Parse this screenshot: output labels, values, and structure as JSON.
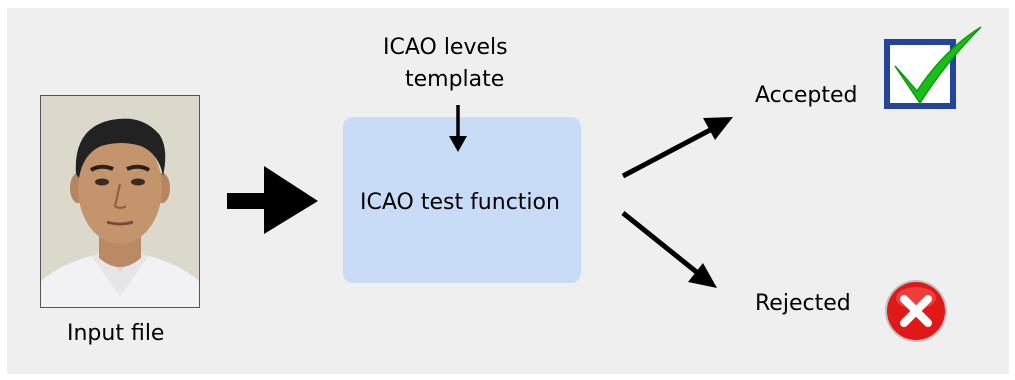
{
  "input": {
    "caption": "Input file"
  },
  "template": {
    "line1": "ICAO levels",
    "line2": "template"
  },
  "process": {
    "label": "ICAO test function"
  },
  "outcomes": {
    "accepted": {
      "label": "Accepted",
      "icon": "checkmark-box-icon",
      "color": "#1ec81e"
    },
    "rejected": {
      "label": "Rejected",
      "icon": "red-x-circle-icon",
      "color": "#e01818"
    }
  },
  "colors": {
    "background": "#efefef",
    "box_fill": "#c8dcf8",
    "checkbox_border": "#23449a"
  }
}
